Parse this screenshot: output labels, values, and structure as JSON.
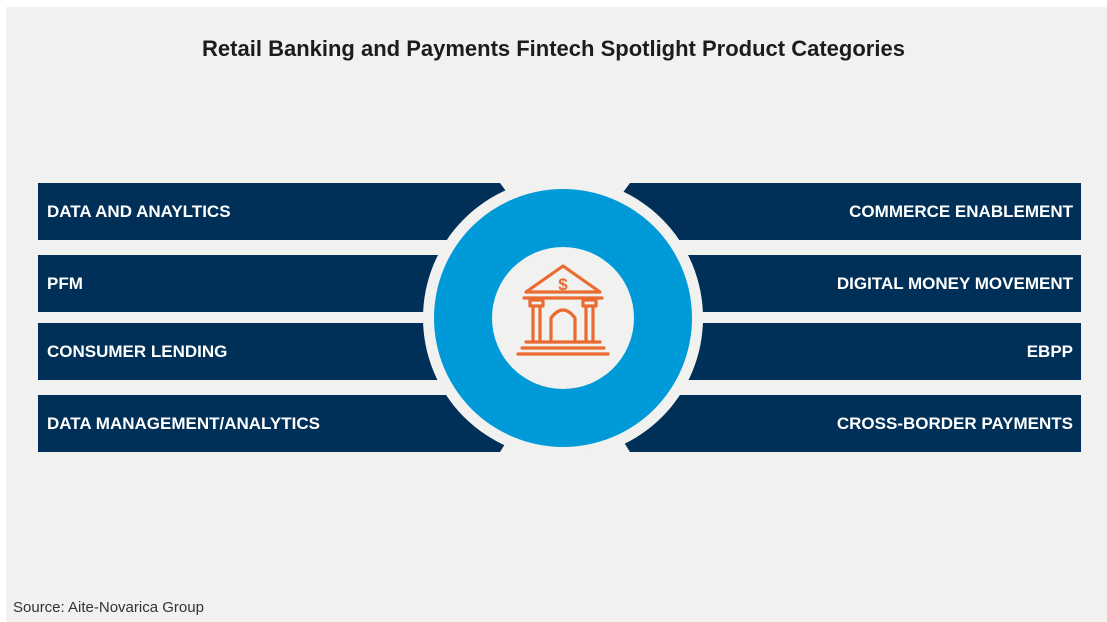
{
  "title": "Retail Banking and Payments Fintech Spotlight Product Categories",
  "left_categories": [
    {
      "label": "DATA AND ANAYLTICS"
    },
    {
      "label": "PFM"
    },
    {
      "label": "CONSUMER LENDING"
    },
    {
      "label": "DATA MANAGEMENT/ANALYTICS"
    }
  ],
  "right_categories": [
    {
      "label": "COMMERCE ENABLEMENT"
    },
    {
      "label": "DIGITAL MONEY MOVEMENT"
    },
    {
      "label": "EBPP"
    },
    {
      "label": "CROSS-BORDER PAYMENTS"
    }
  ],
  "center_icon": "bank-icon",
  "source": "Source: Aite-Novarica Group",
  "colors": {
    "bar": "#003057",
    "ring": "#009ad9",
    "icon": "#ea6a2f",
    "background": "#f1f1f0"
  }
}
